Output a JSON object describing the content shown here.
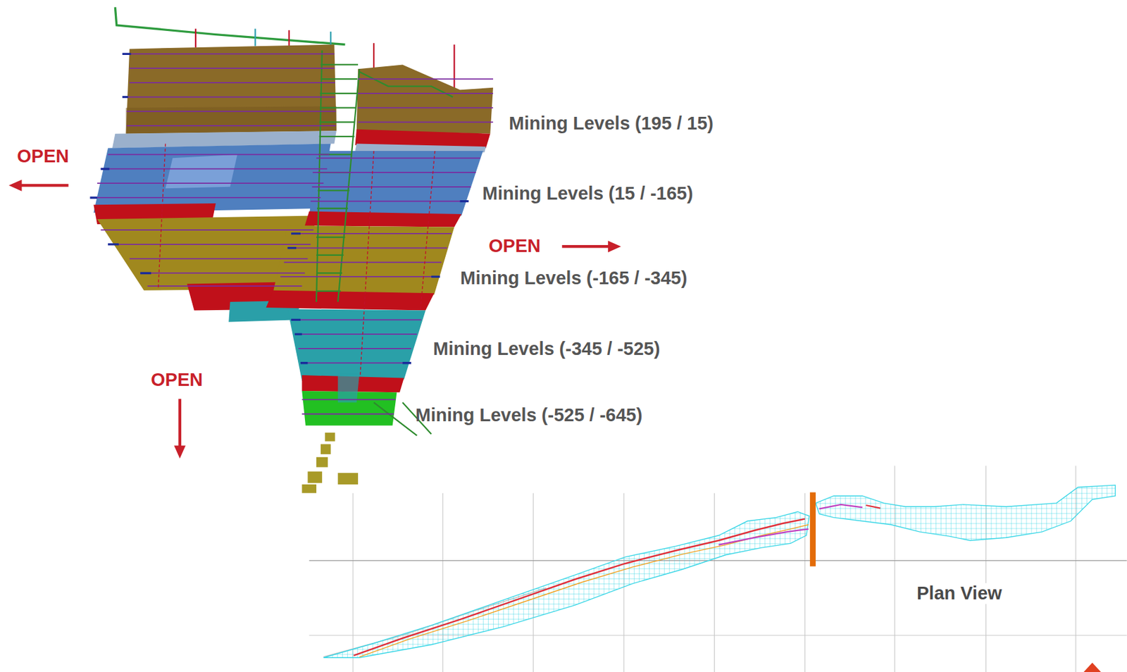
{
  "diagram": {
    "labels": [
      "OPEN",
      "Mining Levels (195 / 15)",
      "Mining Levels (15 / -165)",
      "OPEN",
      "Mining Levels (-165 / -345)",
      "Mining Levels (-345 / -525)",
      "OPEN",
      "Mining Levels (-525 / -645)",
      "Plan View"
    ]
  }
}
